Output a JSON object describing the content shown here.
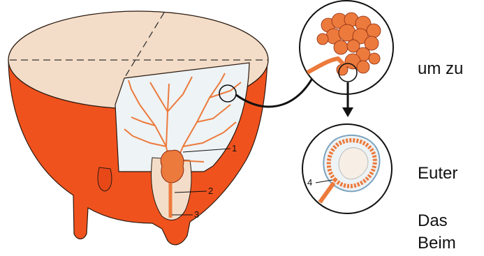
{
  "diagram": {
    "labels": [
      "1",
      "2",
      "3",
      "4"
    ]
  },
  "side_text": {
    "line1": "um zu",
    "line2": "Euter",
    "line3": "Das",
    "line4": "Beim"
  },
  "colors": {
    "udder_orange": "#f0521e",
    "gland_orange": "#ec7a3c",
    "skin_pale": "#f4ddc8",
    "tissue_light": "#eef3f5",
    "outline": "#222222"
  }
}
